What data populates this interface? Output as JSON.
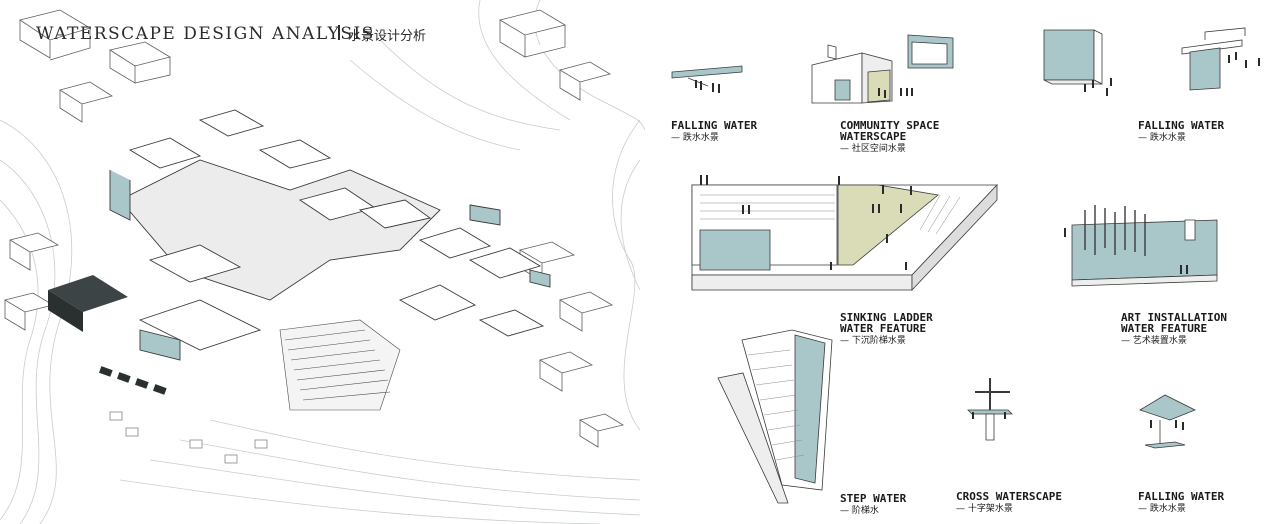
{
  "header": {
    "title_en": "WATERSCAPE DESIGN ANALYSIS",
    "title_zh": "水景设计分析"
  },
  "features": [
    {
      "name": "FALLING WATER",
      "name_zh": "跌水水景"
    },
    {
      "name_line1": "COMMUNITY SPACE",
      "name_line2": "WATERSCAPE",
      "name_zh": "社区空间水景"
    },
    {
      "name": "FALLING WATER",
      "name_zh": "跌水水景"
    },
    {
      "name_line1": "SINKING LADDER",
      "name_line2": "WATER FEATURE",
      "name_zh": "下沉阶梯水景"
    },
    {
      "name_line1": "ART INSTALLATION",
      "name_line2": "WATER FEATURE",
      "name_zh": "艺术装置水景"
    },
    {
      "name": "STEP WATER",
      "name_zh": "阶梯水"
    },
    {
      "name": "CROSS WATERSCAPE",
      "name_zh": "十字架水景"
    },
    {
      "name": "FALLING WATER",
      "name_zh": "跌水水景"
    }
  ],
  "colors": {
    "water": "#a9c6c8",
    "lawn": "#d9dcb6",
    "line": "#3a3a3a",
    "shadow": "#bcc3c4",
    "dark_roof": "#3d4446"
  }
}
